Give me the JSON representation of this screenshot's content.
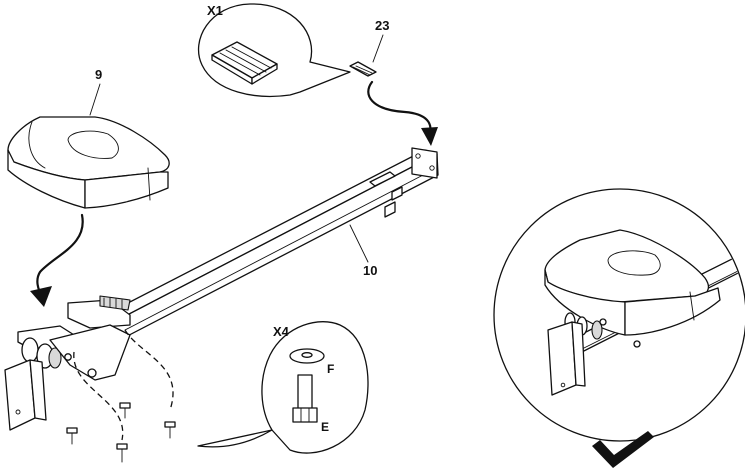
{
  "callouts": {
    "x1": "X1",
    "x4": "X4",
    "part_23": "23",
    "part_9": "9",
    "part_10": "10",
    "hardware_f": "F",
    "hardware_e": "E"
  },
  "icons": {
    "checkmark": "checkmark-icon",
    "seat": "seat-icon",
    "rail": "rail-icon",
    "end_cap": "end-cap-icon"
  }
}
